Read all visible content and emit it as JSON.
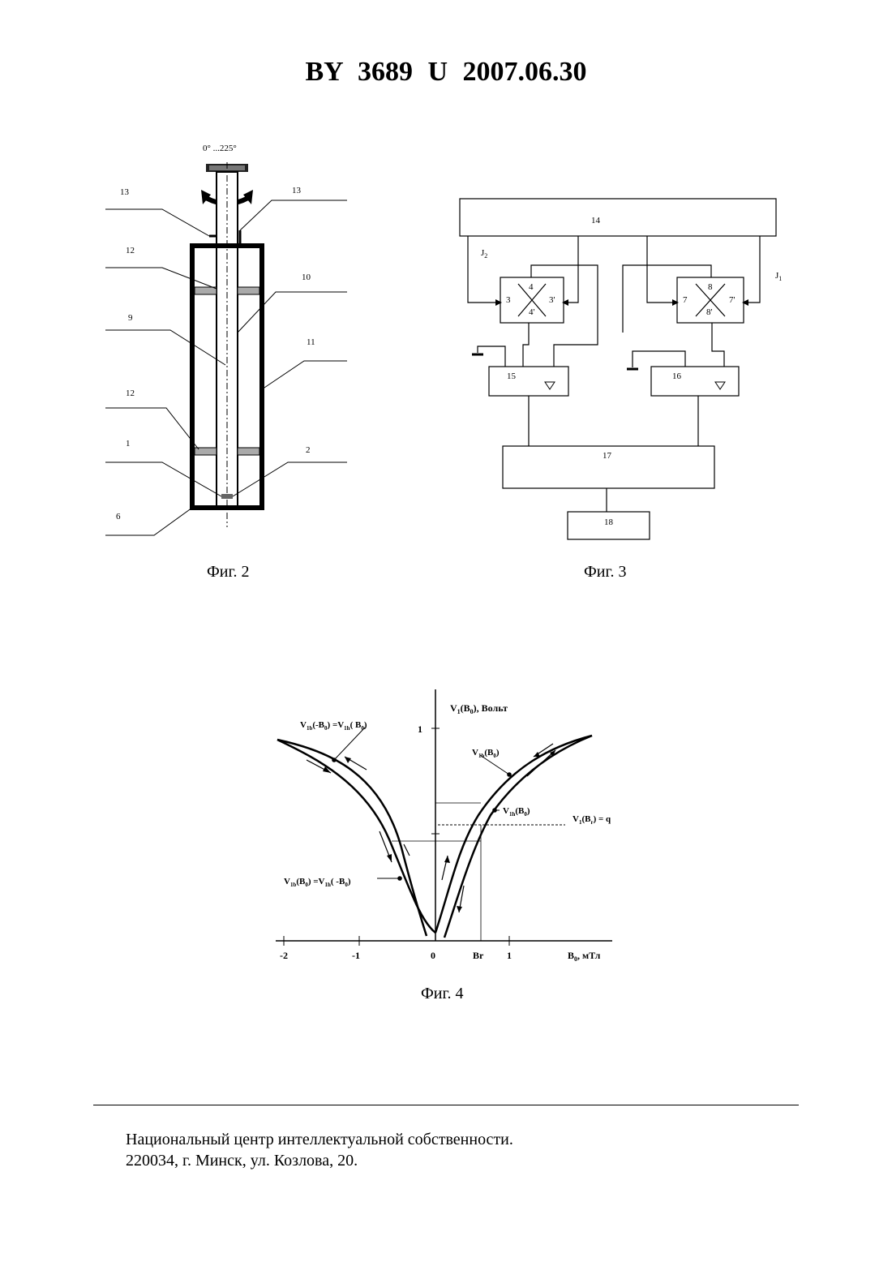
{
  "header": {
    "title": "BY  3689  U  2007.06.30"
  },
  "figure2": {
    "caption": "Фиг. 2",
    "angle_label": "0° ...225°",
    "labels": {
      "l13a": "13",
      "l13b": "13",
      "l12a": "12",
      "l10": "10",
      "l9": "9",
      "l11": "11",
      "l12b": "12",
      "l1": "1",
      "l2": "2",
      "l6": "6"
    }
  },
  "figure3": {
    "caption": "Фиг. 3",
    "blocks": {
      "b14": "14",
      "b15": "15",
      "b16": "16",
      "b17": "17",
      "b18": "18"
    },
    "sensor_a": {
      "top": "4",
      "left": "3",
      "right": "3'",
      "bottom": "4'"
    },
    "sensor_b": {
      "top": "8",
      "left": "7",
      "right": "7'",
      "bottom": "8'"
    },
    "currents": {
      "j2": "J",
      "j2_sub": "2",
      "j1": "J",
      "j1_sub": "1"
    }
  },
  "figure4": {
    "caption": "Фиг. 4",
    "y_label": {
      "main": "V",
      "sub": "1",
      "rest1": "(B",
      "sub2": "0",
      "rest2": "),  Вольт"
    },
    "y_tick_1": "1",
    "x_ticks": [
      "-2",
      "-1",
      "0",
      "Br",
      "1"
    ],
    "x_label": {
      "main": "B",
      "sub": "0",
      "rest": ", мТл"
    },
    "curve_labels": {
      "top_left": {
        "a": "V",
        "a_sub": "1b",
        "b": "(-B",
        "b_sub": "0",
        "c": ") =V",
        "c_sub": "1h",
        "d": "( B",
        "d_sub": "0",
        "e": ")"
      },
      "top_right": {
        "a": "V",
        "a_sub": "1b",
        "b": "(B",
        "b_sub": "0",
        "c": ")"
      },
      "mid_right": {
        "a": "V",
        "a_sub": "1h",
        "b": "(B",
        "b_sub": "0",
        "c": ")"
      },
      "level": {
        "a": "V",
        "a_sub": "1",
        "b": "(B",
        "b_sub": "r",
        "c": ") = q"
      },
      "bottom_left": {
        "a": "V",
        "a_sub": "1b",
        "b": "(B",
        "b_sub": "0",
        "c": ") =V",
        "c_sub": "1h",
        "d": "( -B",
        "d_sub": "0",
        "e": ")"
      }
    }
  },
  "footer": {
    "line1": "Национальный центр интеллектуальной собственности.",
    "line2": "220034, г. Минск, ул. Козлова, 20."
  }
}
